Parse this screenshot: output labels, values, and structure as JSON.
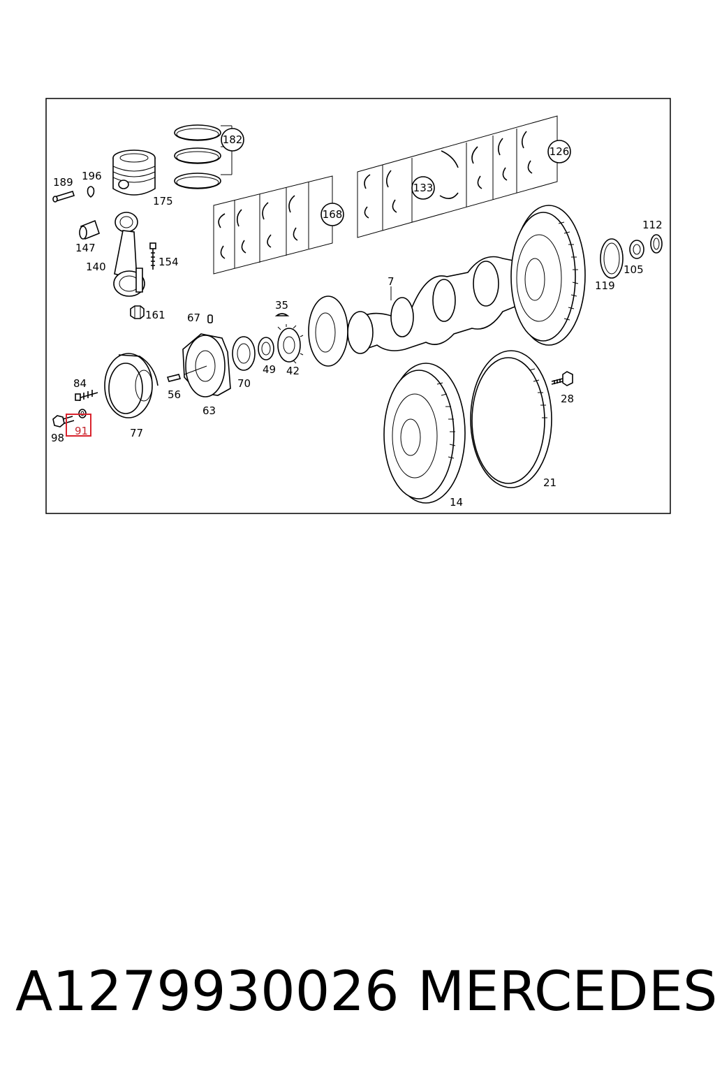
{
  "diagram": {
    "callouts": {
      "c7": "7",
      "c14": "14",
      "c21": "21",
      "c28": "28",
      "c35": "35",
      "c42": "42",
      "c49": "49",
      "c56": "56",
      "c63": "63",
      "c67": "67",
      "c70": "70",
      "c77": "77",
      "c84": "84",
      "c91": "91",
      "c98": "98",
      "c105": "105",
      "c112": "112",
      "c119": "119",
      "c126": "126",
      "c133": "133",
      "c140": "140",
      "c147": "147",
      "c154": "154",
      "c161": "161",
      "c168": "168",
      "c175": "175",
      "c182": "182",
      "c189": "189",
      "c196": "196"
    },
    "highlighted_callout": "91",
    "highlight_color": "#d9232d"
  },
  "caption": {
    "part_number": "A1279930026",
    "brand": "MERCEDES"
  }
}
